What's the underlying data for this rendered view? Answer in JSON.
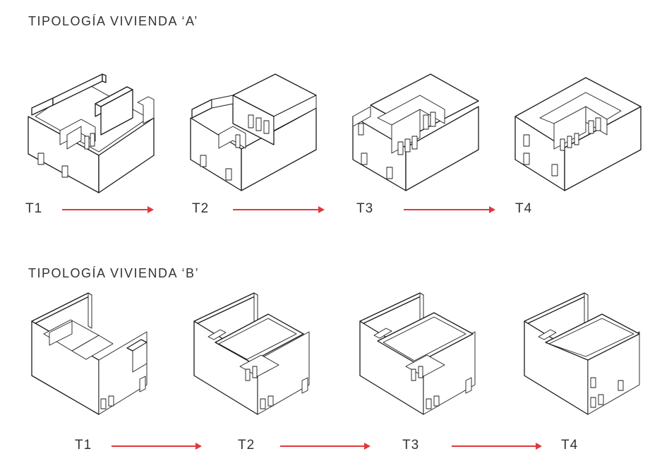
{
  "accent_color": "#e0383e",
  "line_color": "#1a1a1a",
  "sections": [
    {
      "title": "TIPOLOGÍA  VIVIENDA  ‘A’",
      "stages": [
        {
          "label": "T1"
        },
        {
          "label": "T2"
        },
        {
          "label": "T3"
        },
        {
          "label": "T4"
        }
      ]
    },
    {
      "title": "TIPOLOGÍA  VIVIENDA  ‘B’",
      "stages": [
        {
          "label": "T1"
        },
        {
          "label": "T2"
        },
        {
          "label": "T3"
        },
        {
          "label": "T4"
        }
      ]
    }
  ]
}
